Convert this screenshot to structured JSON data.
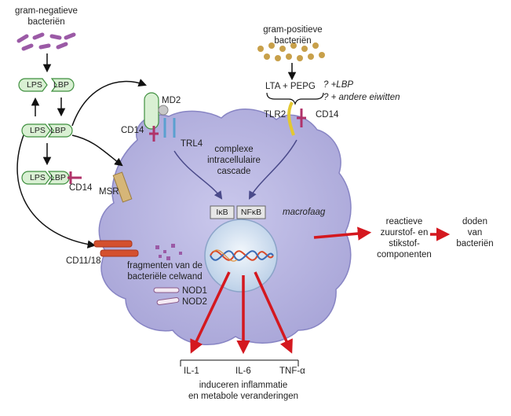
{
  "labels": {
    "gram_neg_1": "gram-negatieve",
    "gram_neg_2": "bacteriën",
    "gram_pos_1": "gram-positieve",
    "gram_pos_2": "bacteriën",
    "lps": "LPS",
    "lbp": "LBP",
    "lta_pepg": "LTA + PEPG",
    "lbp_q": "? +LBP",
    "other_q": "? + andere eiwitten",
    "md2": "MD2",
    "tlr4": "TRL4",
    "cd14_left": "CD14",
    "cd14_mid": "CD14",
    "cd14_right": "CD14",
    "tlr2": "TLR2",
    "msr": "MSR",
    "cd11": "CD11/18",
    "complexe_1": "complexe",
    "complexe_2": "intracellulaire",
    "complexe_3": "cascade",
    "ikb": "IκB",
    "nfkb": "NFκB",
    "macrofaag": "macrofaag",
    "frag_1": "fragmenten van de",
    "frag_2": "bacteriële celwand",
    "nod1": "NOD1",
    "nod2": "NOD2",
    "reactieve_1": "reactieve",
    "reactieve_2": "zuurstof- en",
    "reactieve_3": "stikstof-",
    "reactieve_4": "componenten",
    "doden_1": "doden",
    "doden_2": "van",
    "doden_3": "bacteriën",
    "il1": "IL-1",
    "il6": "IL-6",
    "tnf": "TNF-α",
    "inducer_1": "induceren inflammatie",
    "inducer_2": "en metabole veranderingen"
  },
  "colors": {
    "cell_fill": "#b8b6df",
    "cell_stroke": "#8885c4",
    "nucleus_fill": "#d8e6f5",
    "pill_fill": "#d9f0d3",
    "pill_stroke": "#3f8f3f",
    "receptor_pink": "#b0336a",
    "tlr2_yellow": "#e3c832",
    "gram_neg": "#9b5aa6",
    "gram_pos": "#c8a04a",
    "red_arrow": "#d4181f",
    "cd11": "#d4502e",
    "msr": "#d6b678",
    "cascade_arrow": "#4a4a8a"
  }
}
